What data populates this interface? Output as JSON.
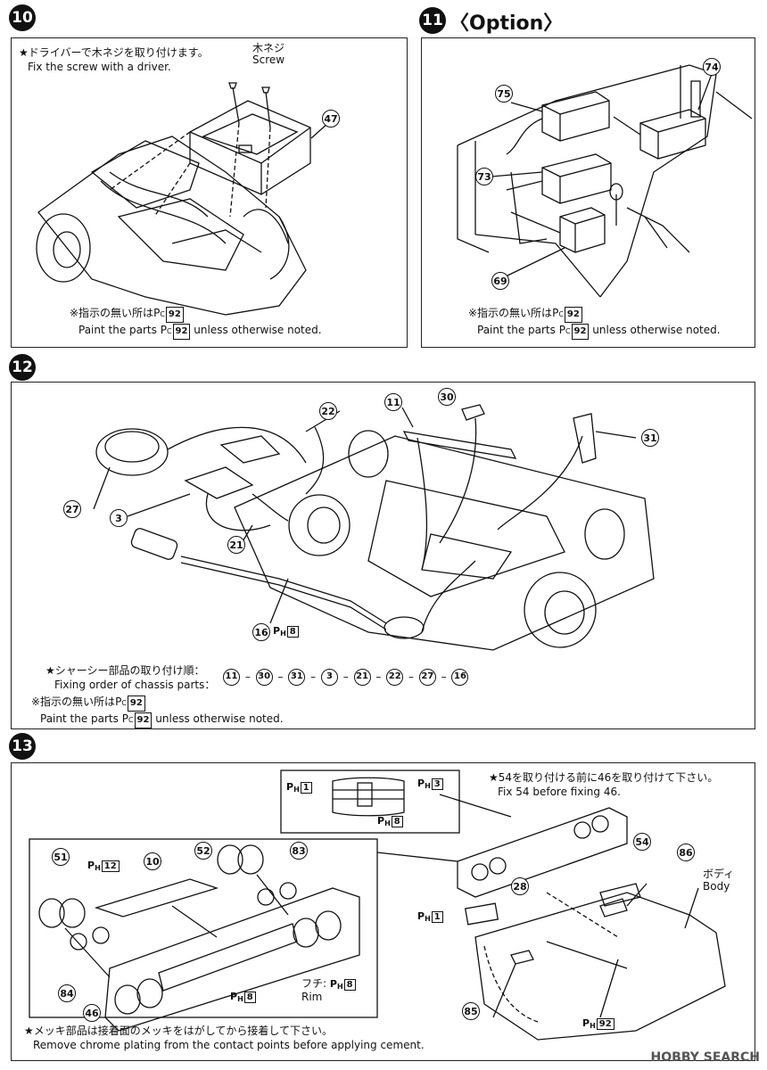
{
  "step10": {
    "badge": "10",
    "note_jp": "★ドライバーで木ネジを取り付けます。",
    "note_en": "Fix the screw with a driver.",
    "screw_jp": "木ネジ",
    "screw_en": "Screw",
    "part": "47",
    "paint_jp": "※指示の無い所は",
    "paint_code": "92",
    "paint_en_pre": "Paint the parts",
    "paint_en_post": "unless otherwise noted."
  },
  "step11": {
    "badge": "11",
    "title": "〈Option〉",
    "parts": [
      "74",
      "75",
      "73",
      "69"
    ],
    "paint_jp": "※指示の無い所は",
    "paint_code": "92",
    "paint_en_pre": "Paint the parts",
    "paint_en_post": "unless otherwise noted."
  },
  "step12": {
    "badge": "12",
    "parts": [
      "22",
      "11",
      "30",
      "31",
      "27",
      "3",
      "21",
      "16"
    ],
    "part16_code": "8",
    "order_jp": "★シャーシー部品の取り付け順：",
    "order_en": "Fixing order of chassis parts：",
    "order": [
      "11",
      "30",
      "31",
      "3",
      "21",
      "22",
      "27",
      "16"
    ],
    "paint_jp": "※指示の無い所は",
    "paint_code": "92",
    "paint_en_pre": "Paint the parts",
    "paint_en_post": "unless otherwise noted."
  },
  "step13": {
    "badge": "13",
    "note_jp": "★54を取り付ける前に46を取り付けて下さい。",
    "note_en": "Fix 54 before fixing 46.",
    "inset_codes": [
      "1",
      "3",
      "8"
    ],
    "left_parts": [
      "51",
      "10",
      "52",
      "83",
      "84",
      "46"
    ],
    "left_code_12": "12",
    "left_code_8": "8",
    "rim_jp": "フチ:",
    "rim_en": "Rim",
    "rim_code": "8",
    "right_parts": [
      "54",
      "86",
      "28",
      "85"
    ],
    "right_code_1": "1",
    "right_code_92": "92",
    "body_jp": "ボディ",
    "body_en": "Body",
    "chrome_jp": "★メッキ部品は接着面のメッキをはがしてから接着して下さい。",
    "chrome_en": "Remove chrome plating from the contact points before applying cement."
  },
  "watermark": "HOBBY SEARCH"
}
